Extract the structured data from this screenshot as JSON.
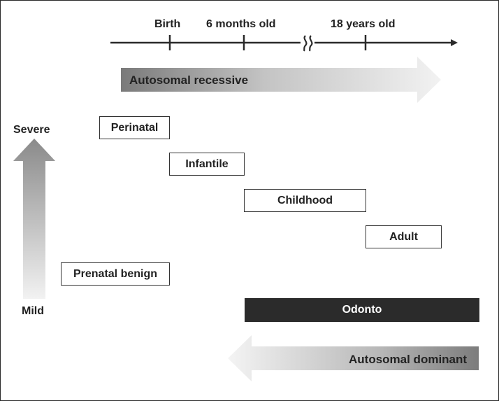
{
  "timeline": {
    "ticks": [
      "Birth",
      "6 months old",
      "18 years old"
    ]
  },
  "inheritance": {
    "recessive_label": "Autosomal recessive",
    "dominant_label": "Autosomal dominant"
  },
  "severity": {
    "top_label": "Severe",
    "bottom_label": "Mild"
  },
  "forms": {
    "perinatal": "Perinatal",
    "infantile": "Infantile",
    "childhood": "Childhood",
    "adult": "Adult",
    "prenatal_benign": "Prenatal benign",
    "odonto": "Odonto"
  },
  "colors": {
    "line": "#2a2a2a",
    "arrow_dark": "#7a7a7a",
    "arrow_light": "#f2f2f2",
    "odonto_fill": "#2b2b2b"
  }
}
